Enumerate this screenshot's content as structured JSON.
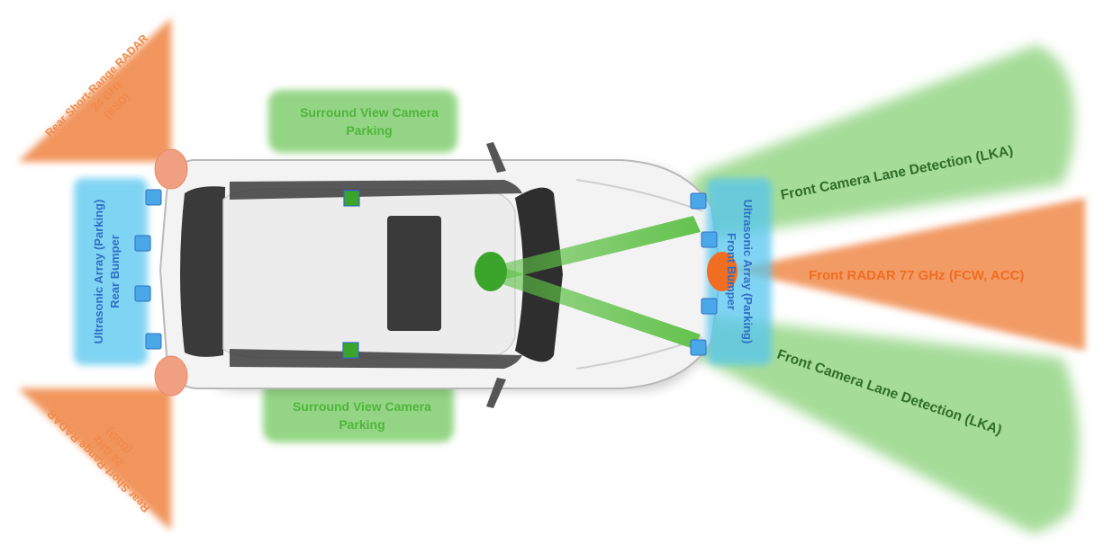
{
  "labels": {
    "rear_radar_top": [
      "Rear Short-Range RADAR",
      "24 GHz",
      "(BSD)"
    ],
    "rear_radar_bottom": [
      "Rear Short-Range RADAR",
      "24 GHz",
      "(BSD)"
    ],
    "surround_top": [
      "Surround View Camera",
      "Parking"
    ],
    "surround_bottom": [
      "Surround View Camera",
      "Parking"
    ],
    "rear_ultrasonic": [
      "Ultrasonic Array (Parking)",
      "Rear Bumper"
    ],
    "front_ultrasonic": [
      "Ultrasonic Array (Parking)",
      "Front Bumper"
    ],
    "front_camera_top": "Front Camera Lane Detection (LKA)",
    "front_camera_bottom": "Front Camera Lane Detection (LKA)",
    "front_radar": "Front RADAR 77 GHz (FCW, ACC)"
  },
  "colors": {
    "radar": "#f08a4b",
    "camera": "#5cc044",
    "camera_text": "#2e6e2a",
    "ultrasonic": "#57c6f0",
    "ultrasonic_text": "#2f6fc4",
    "sensor_square": "#4aa8e8"
  }
}
